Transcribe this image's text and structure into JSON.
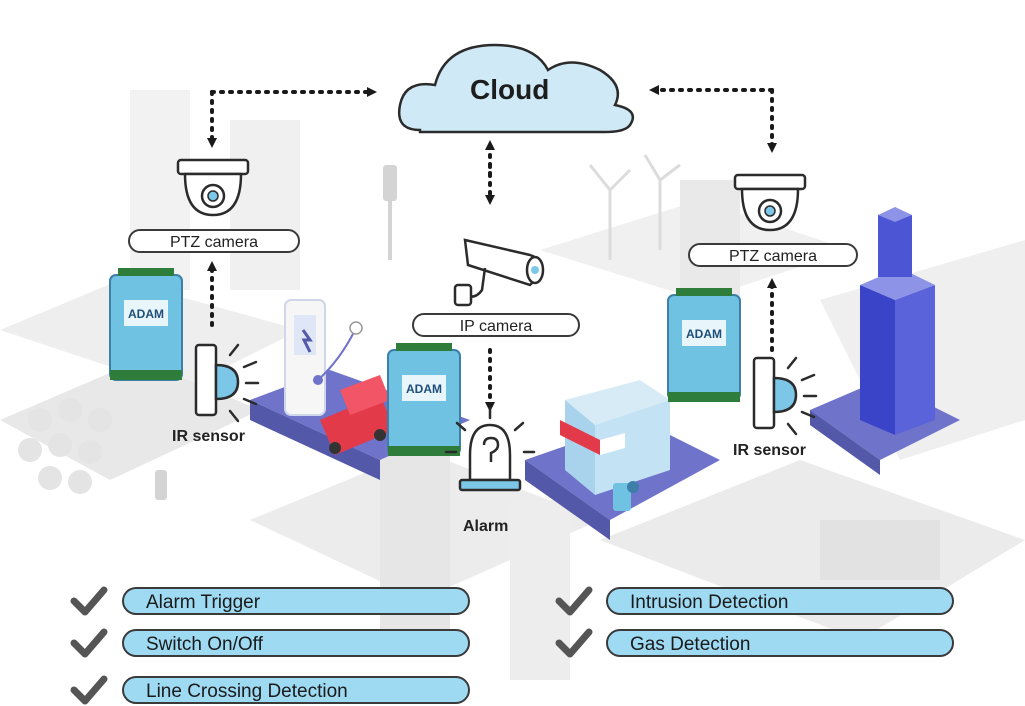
{
  "cloud": {
    "label": "Cloud"
  },
  "devices": {
    "ptz_left": "PTZ camera",
    "ptz_right": "PTZ camera",
    "ip_camera": "IP camera",
    "ir_left": "IR sensor",
    "ir_right": "IR sensor",
    "alarm": "Alarm",
    "module_brand": "ADAM"
  },
  "features": {
    "left": [
      "Alarm Trigger",
      "Switch On/Off",
      "Line Crossing Detection"
    ],
    "right": [
      "Intrusion Detection",
      "Gas Detection"
    ]
  },
  "colors": {
    "cloud_fill": "#cfe9f7",
    "pill_fill": "#9fdaf3",
    "platform": "#6f73c9",
    "module": "#6fc2e2",
    "checkmark": "#555555",
    "building_blue": "#3a44c8"
  }
}
